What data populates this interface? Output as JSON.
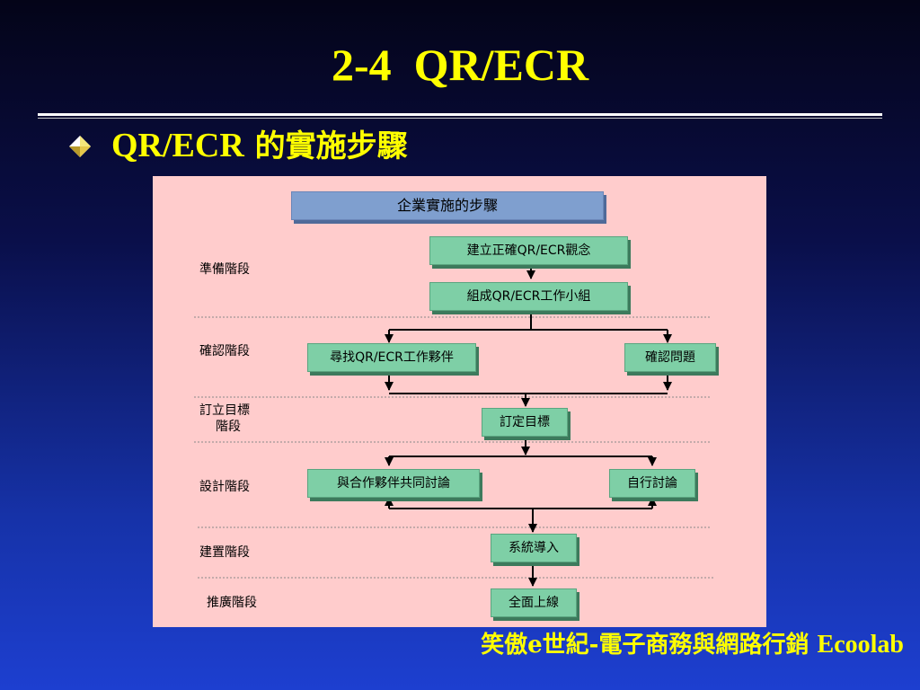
{
  "slide": {
    "title": "2-4  QR/ECR",
    "subtitle_latin": "QR/ECR",
    "subtitle_cjk": "的實施步驟",
    "footer_cjk": "笑傲e世紀-電子商務與網路行銷",
    "footer_latin": "Ecoolab"
  },
  "diagram": {
    "header": "企業實施的步驟",
    "stages": {
      "prepare": "準備階段",
      "confirm": "確認階段",
      "target_line1": "訂立目標",
      "target_line2": "階段",
      "design": "設計階段",
      "build": "建置階段",
      "promote": "推廣階段"
    },
    "steps": {
      "concept": "建立正確QR/ECR觀念",
      "team": "組成QR/ECR工作小組",
      "partner": "尋找QR/ECR工作夥伴",
      "issues": "確認問題",
      "goal": "訂定目標",
      "joint": "與合作夥伴共同討論",
      "self": "自行討論",
      "import": "系統導入",
      "rollout": "全面上線"
    }
  },
  "colors": {
    "title": "#ffff00",
    "panel": "#ffcccc",
    "step_box": "#7ecfa6",
    "header_box": "#7f9fcf"
  }
}
